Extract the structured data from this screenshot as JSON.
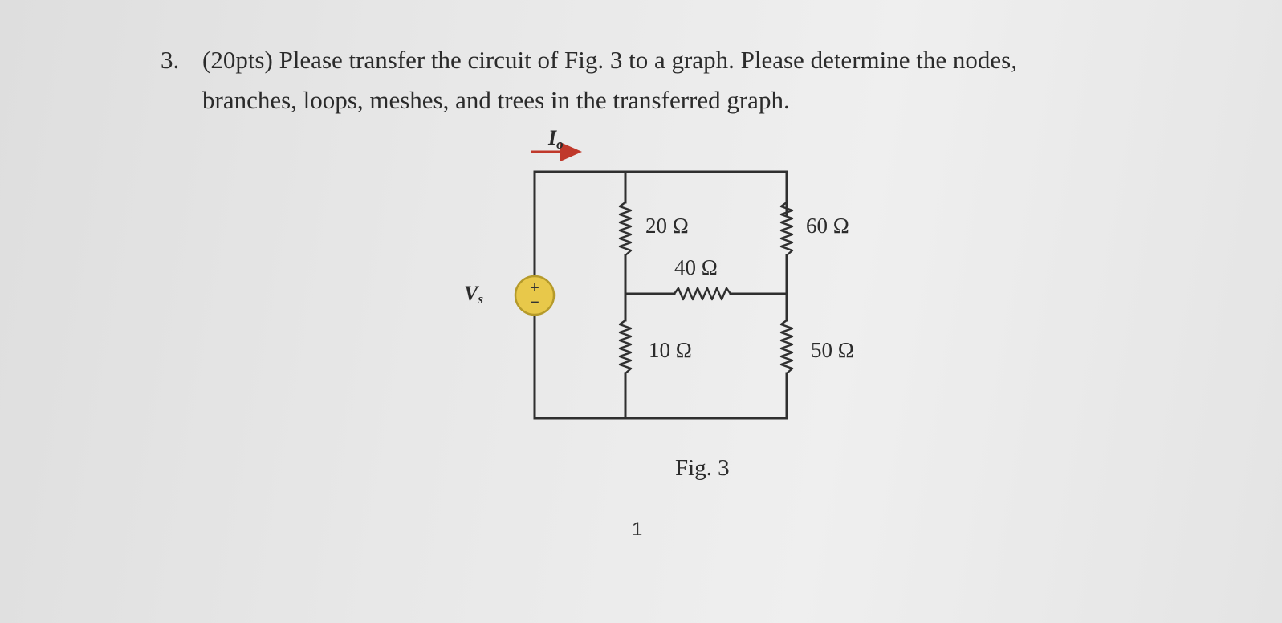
{
  "question": {
    "number": "3.",
    "line1": "(20pts) Please transfer the circuit of Fig. 3 to a graph. Please determine the nodes,",
    "line2": "branches, loops, meshes, and trees in the transferred graph."
  },
  "figure": {
    "current_label": "I",
    "current_subscript": "o",
    "source_label": "V",
    "source_subscript": "s",
    "source_plus": "+",
    "source_minus": "−",
    "resistors": {
      "r_top_left": "20 Ω",
      "r_top_right": "60 Ω",
      "r_middle": "40 Ω",
      "r_bottom_left": "10 Ω",
      "r_bottom_right": "50 Ω"
    },
    "caption": "Fig. 3"
  },
  "page_number": "1",
  "colors": {
    "source_fill": "#e8c84a",
    "arrow": "#c0392b",
    "ink": "#2b2b2b"
  }
}
